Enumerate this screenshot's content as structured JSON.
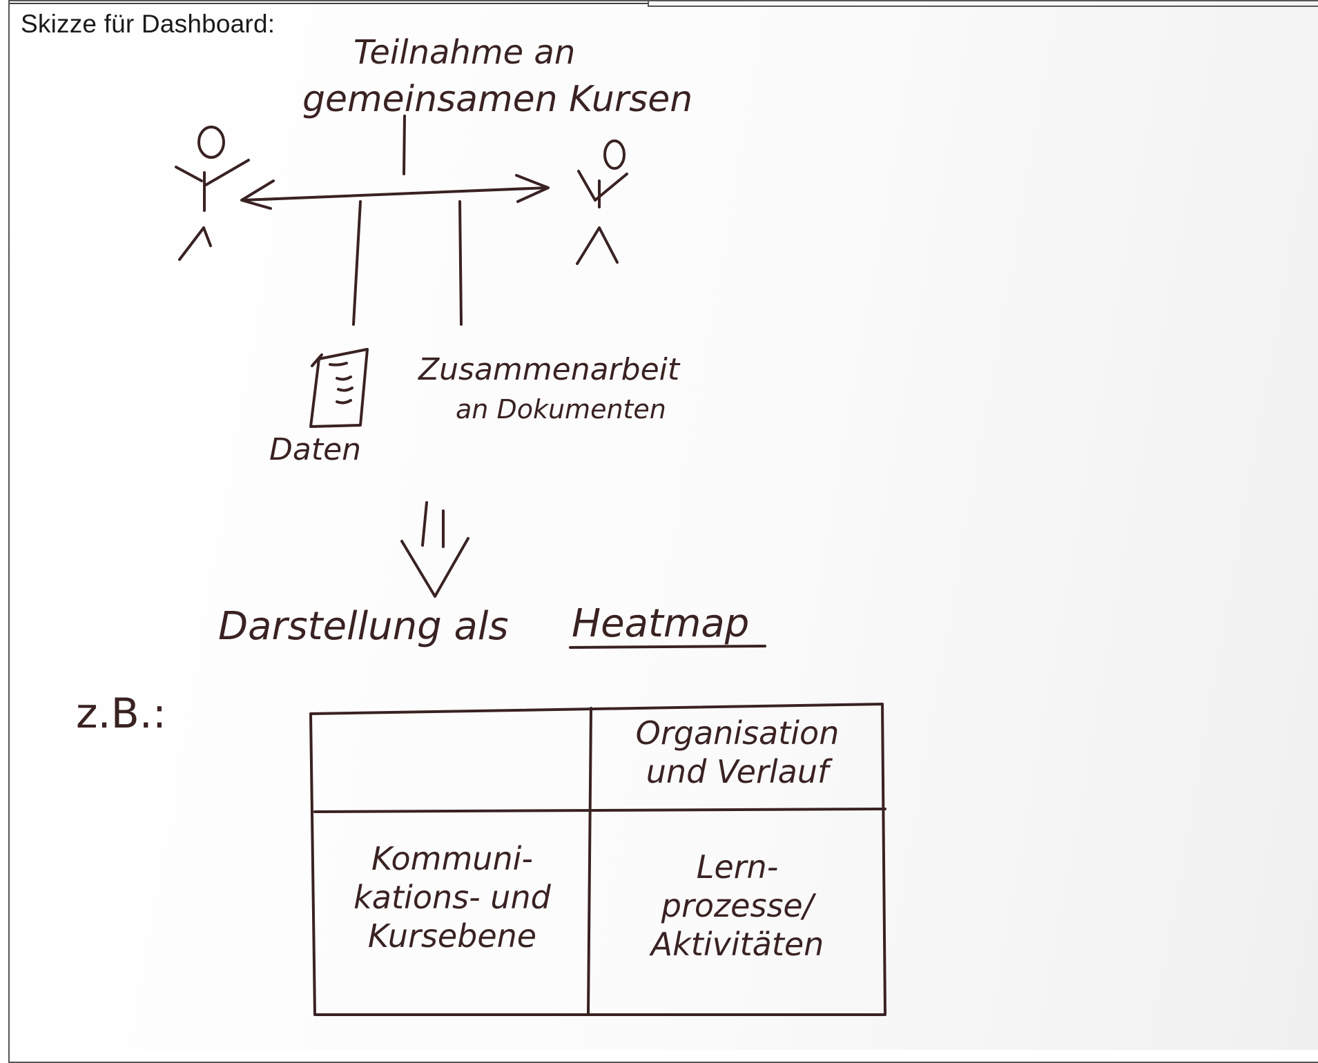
{
  "heading": "Skizze für Dashboard:",
  "diagram": {
    "top_label_line1": "Teilnahme an",
    "top_label_line2": "gemeinsamen Kursen",
    "document_label": "Daten",
    "collab_label_line1": "Zusammenarbeit",
    "collab_label_line2": "an Dokumenten",
    "result_prefix": "Darstellung als",
    "result_emphasis": "Heatmap",
    "example_label": "z.B.:"
  },
  "table": {
    "top_left": "",
    "top_right": "Organisation\nund Verlauf",
    "bottom_left": "Kommuni-\nkations- und\nKursebene",
    "bottom_right": "Lern-\nprozesse/\nAktivitäten"
  },
  "colors": {
    "ink": "#3a2222",
    "paper": "#ffffff",
    "print_text": "#1a1a1a"
  }
}
